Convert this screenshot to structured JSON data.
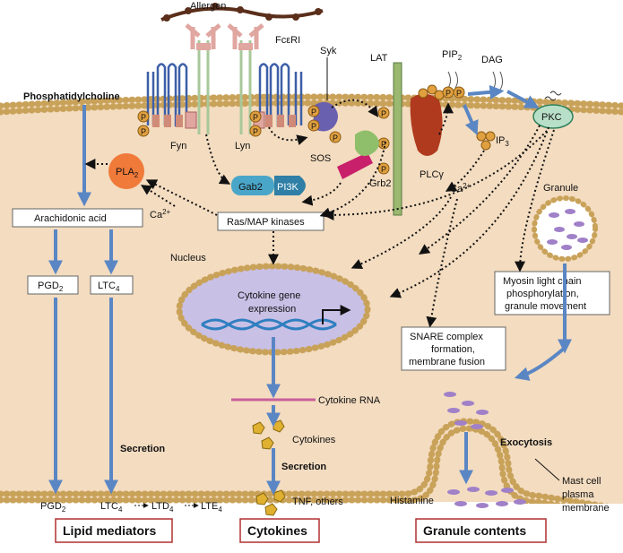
{
  "colors": {
    "cytoplasm": "#f3dcc0",
    "membrane_bead": "#c9a25a",
    "membrane_line": "#8a6a30",
    "nucleus": "#c9c0e6",
    "phospho": "#e0a040",
    "arrow_blue": "#5a86c4",
    "receptor_blue": "#3d5fa8",
    "receptor_pink": "#e0a6a0",
    "syk": "#6a60b0",
    "sos": "#c8206a",
    "grb2": "#8fbf6a",
    "plcg": "#b03a1e",
    "gab2": "#4aa6c8",
    "pi3k": "#2f7fa6",
    "pla2": "#f07a3a",
    "pkc": "#b8e0c8",
    "granule": "#a080c8",
    "output_border": "#b03030"
  },
  "labels": {
    "allergen": "Allergen",
    "fceri": "FcεRI",
    "syk": "Syk",
    "lat": "LAT",
    "pip2": "PIP",
    "pip2_sub": "2",
    "dag": "DAG",
    "pkc": "PKC",
    "ip3": "IP",
    "ip3_sub": "3",
    "fyn": "Fyn",
    "lyn": "Lyn",
    "sos": "SOS",
    "grb2": "Grb2",
    "plcg": "PLCγ",
    "ca_right": "Ca",
    "ca_sup": "2+",
    "pla2": "PLA",
    "pla2_sub": "2",
    "gab2": "Gab2",
    "pi3k": "PI3K",
    "ca_left": "Ca",
    "phosphatidylcholine": "Phosphatidylcholine",
    "arachidonic_acid": "Arachidonic acid",
    "ras_map": "Ras/MAP kinases",
    "granule": "Granule",
    "nucleus": "Nucleus",
    "cytokine_gene": "Cytokine gene",
    "expression": "expression",
    "myosin_1": "Myosin light chain",
    "myosin_2": "phosphorylation,",
    "myosin_3": "granule movement",
    "pgd2": "PGD",
    "pgd2_sub": "2",
    "ltc4": "LTC",
    "ltc4_sub": "4",
    "snare_1": "SNARE complex",
    "snare_2": "formation,",
    "snare_3": "membrane fusion",
    "cytokine_rna": "Cytokine RNA",
    "cytokines": "Cytokines",
    "secretion_left": "Secretion",
    "secretion_mid": "Secretion",
    "exocytosis": "Exocytosis",
    "mast_1": "Mast cell",
    "mast_2": "plasma",
    "mast_3": "membrane",
    "pgd2_out": "PGD",
    "pgd2_out_sub": "2",
    "ltc4_out": "LTC",
    "ltc4_out_sub": "4",
    "ltd4_out": "LTD",
    "ltd4_out_sub": "4",
    "lte4_out": "LTE",
    "lte4_out_sub": "4",
    "tnf": "TNF, others",
    "histamine": "Histamine",
    "p": "P"
  },
  "outputs": {
    "lipid": "Lipid mediators",
    "cytokines": "Cytokines",
    "granule": "Granule contents"
  }
}
